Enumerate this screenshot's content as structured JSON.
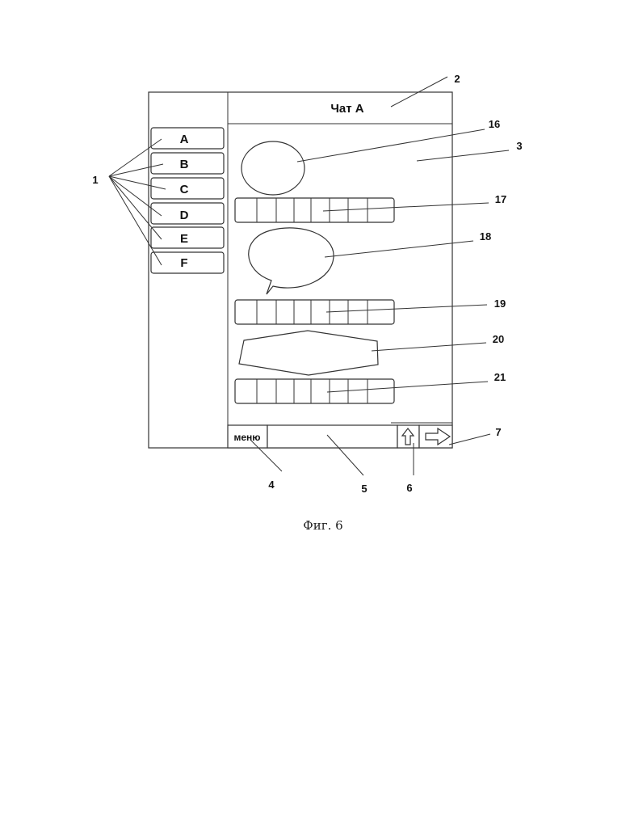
{
  "chat": {
    "title": "Чат A",
    "contacts": [
      "A",
      "B",
      "C",
      "D",
      "E",
      "F"
    ],
    "menu_label": "меню"
  },
  "callouts": {
    "contacts": "1",
    "title": "2",
    "chat_area": "3",
    "menu": "4",
    "input": "5",
    "up": "6",
    "send": "7",
    "avatar": "16",
    "cells_1": "17",
    "bubble": "18",
    "cells_2": "19",
    "hexagon": "20",
    "cells_3": "21"
  },
  "caption": "Фиг. 6",
  "icons": [
    "arrow-up-icon",
    "arrow-right-icon"
  ]
}
